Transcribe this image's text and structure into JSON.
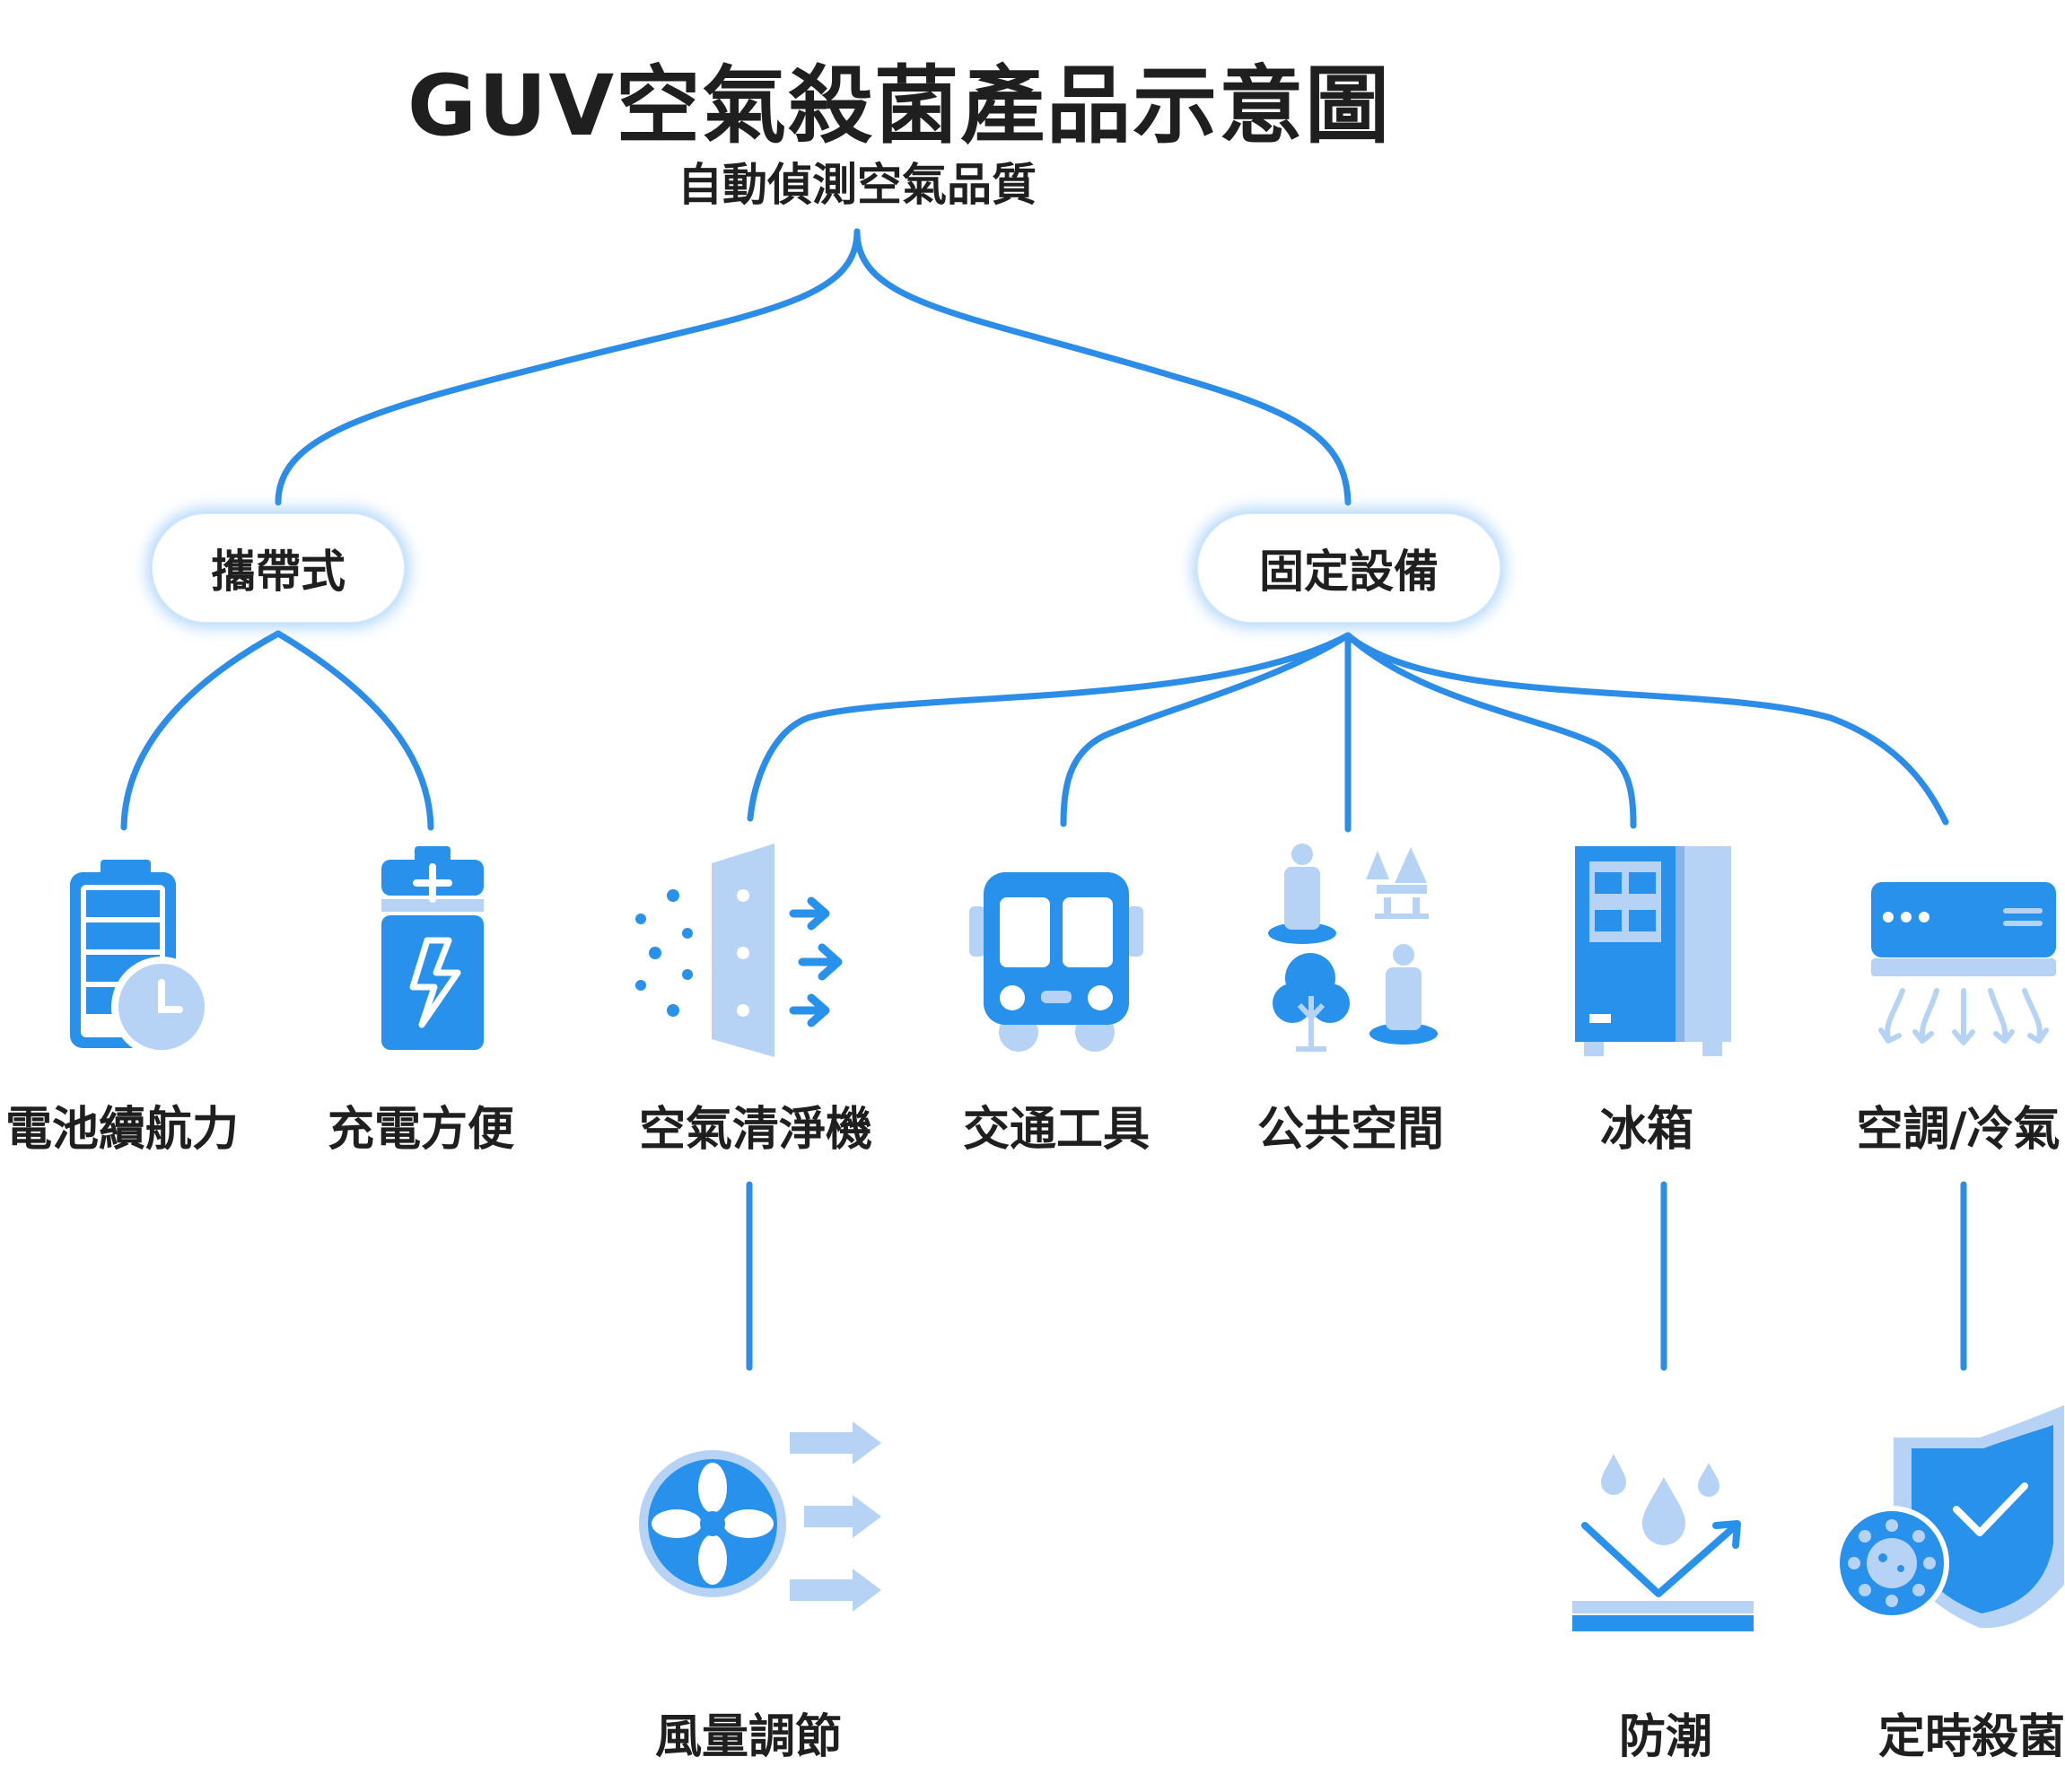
{
  "title": "GUV空氣殺菌產品示意圖",
  "subtitle": "自動偵測空氣品質",
  "colors": {
    "line": "#2b8de8",
    "primary": "#2791ec",
    "light": "#b6d3f6"
  },
  "categories": [
    {
      "label": "攜帶式"
    },
    {
      "label": "固定設備"
    }
  ],
  "items": [
    {
      "label": "電池續航力",
      "icon": "battery-clock-icon"
    },
    {
      "label": "充電方便",
      "icon": "charging-battery-icon"
    },
    {
      "label": "空氣清淨機",
      "icon": "air-purifier-icon"
    },
    {
      "label": "交通工具",
      "icon": "bus-icon"
    },
    {
      "label": "公共空間",
      "icon": "public-space-icon"
    },
    {
      "label": "冰箱",
      "icon": "fridge-icon"
    },
    {
      "label": "空調/冷氣",
      "icon": "air-conditioner-icon"
    }
  ],
  "features": [
    {
      "label": "風量調節",
      "icon": "fan-airflow-icon"
    },
    {
      "label": "防潮",
      "icon": "moisture-proof-icon"
    },
    {
      "label": "定時殺菌",
      "icon": "virus-shield-icon"
    }
  ]
}
